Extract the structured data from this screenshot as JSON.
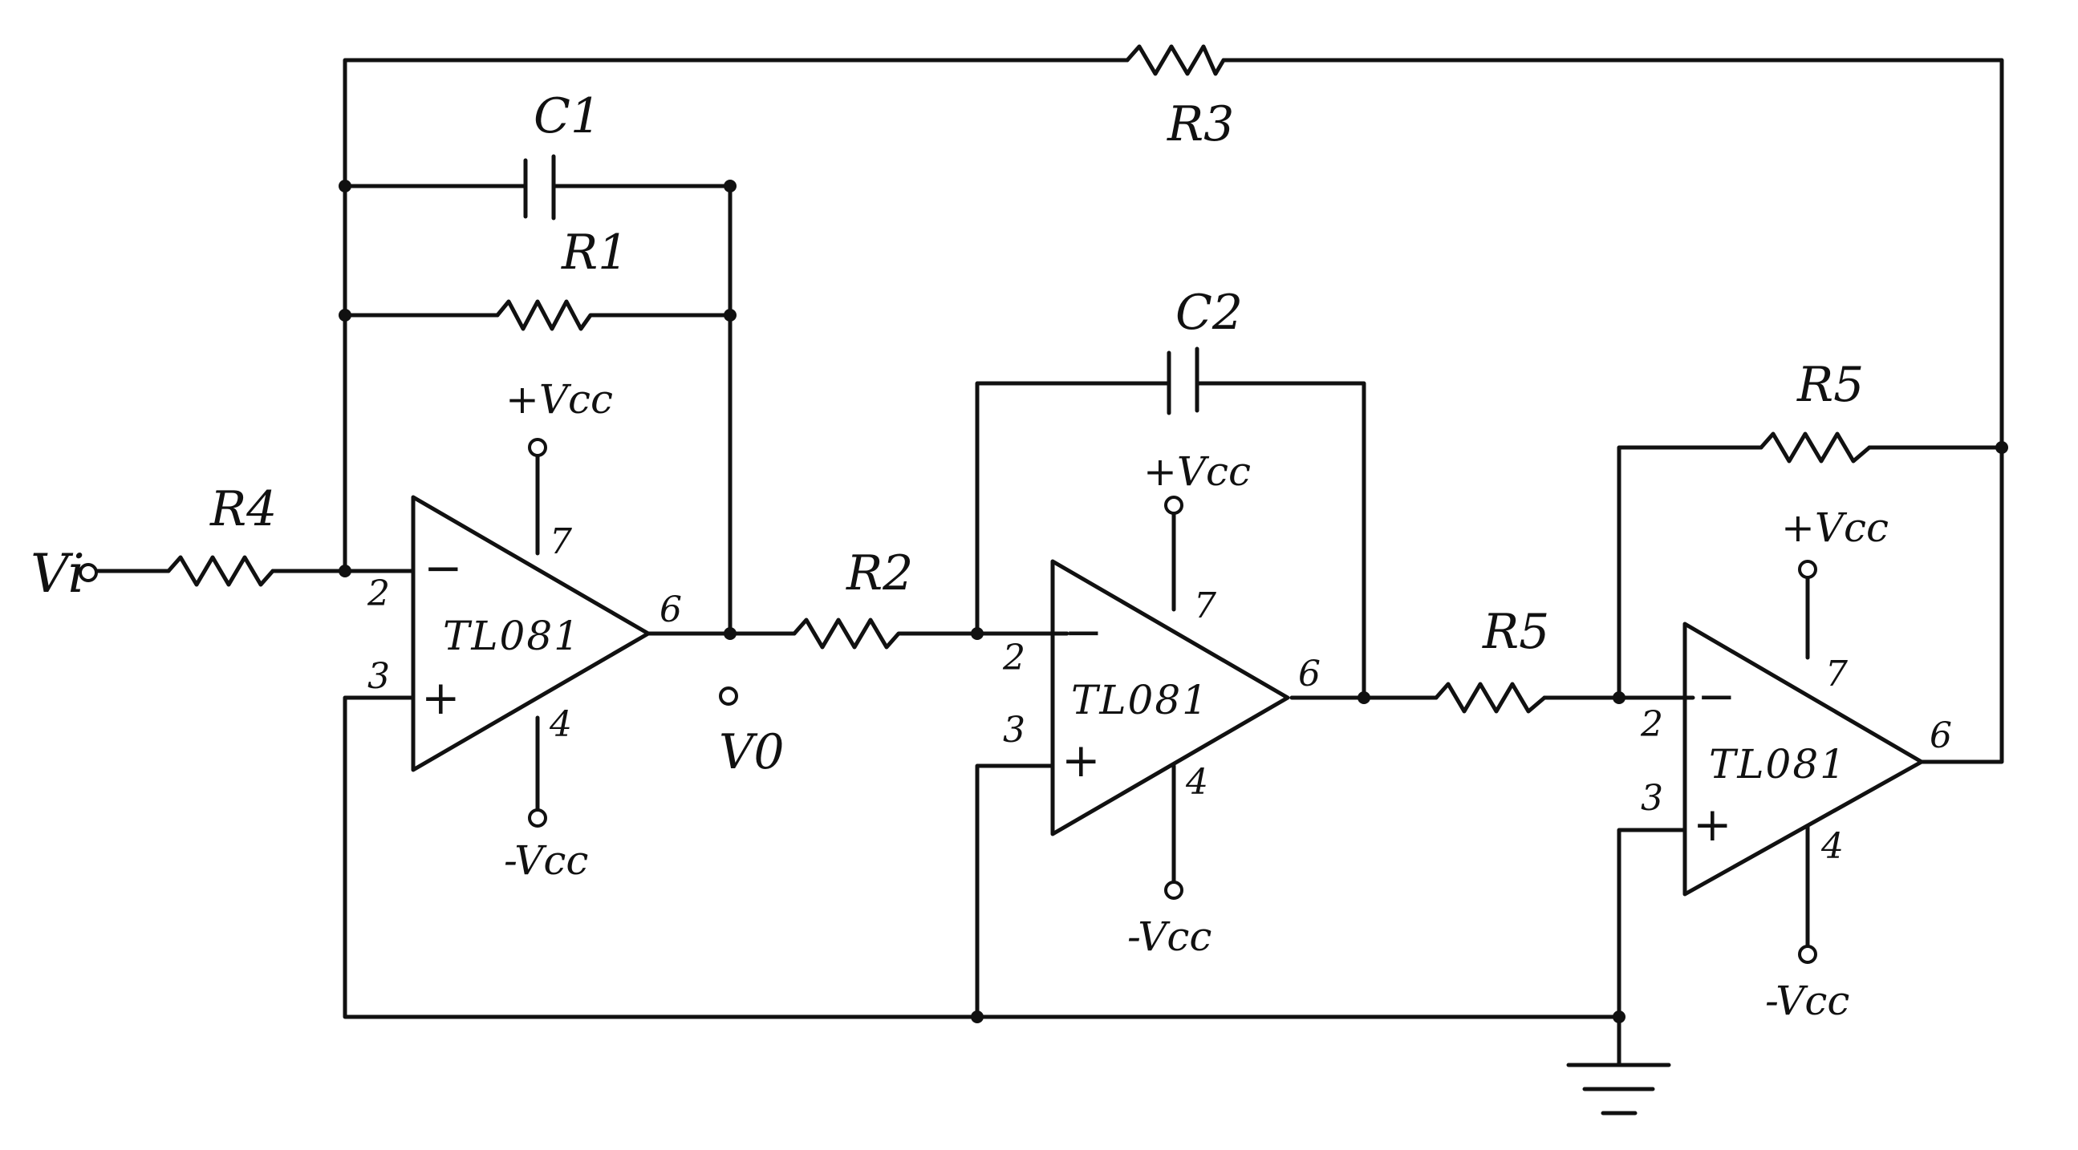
{
  "labels": {
    "input": "Vi",
    "output": "V0",
    "r1": "R1",
    "r2": "R2",
    "r3": "R3",
    "r4": "R4",
    "r5a": "R5",
    "r5b": "R5",
    "c1": "C1",
    "c2": "C2"
  },
  "opamps": [
    {
      "name": "TL081",
      "inv": "2",
      "noninv": "3",
      "out": "6",
      "vpos": "7",
      "vneg": "4",
      "minus": "−",
      "plus": "+",
      "vcc_pos": "+Vcc",
      "vcc_neg": "-Vcc"
    },
    {
      "name": "TL081",
      "inv": "2",
      "noninv": "3",
      "out": "6",
      "vpos": "7",
      "vneg": "4",
      "minus": "−",
      "plus": "+",
      "vcc_pos": "+Vcc",
      "vcc_neg": "-Vcc"
    },
    {
      "name": "TL081",
      "inv": "2",
      "noninv": "3",
      "out": "6",
      "vpos": "7",
      "vneg": "4",
      "minus": "−",
      "plus": "+",
      "vcc_pos": "+Vcc",
      "vcc_neg": "-Vcc"
    }
  ]
}
